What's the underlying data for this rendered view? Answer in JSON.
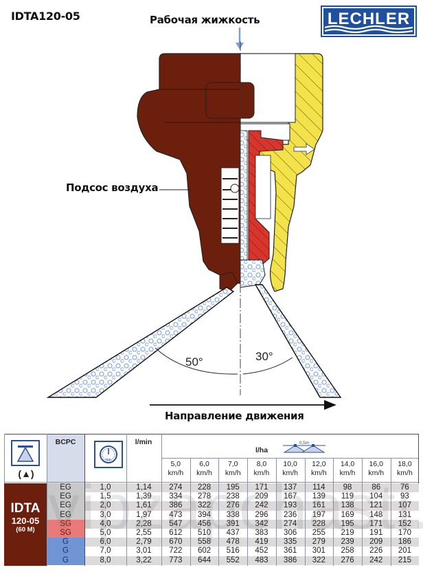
{
  "header": {
    "title": "IDTA120-05",
    "fluid_label": "Рабочая жижкость",
    "brand": "LECHLER"
  },
  "diagram": {
    "air_intake_label": "Подсос воздуха",
    "direction_label": "Направление движения",
    "angle_front": "50°",
    "angle_rear": "30°",
    "colors": {
      "body_brown": "#6b1f0c",
      "cap_yellow": "#f3e24a",
      "insert_red": "#d8352c",
      "spray_blue": "#8fb0dc",
      "arrow_blue": "#7a9fd0"
    }
  },
  "table": {
    "header": {
      "bcpc": "BCPC",
      "pressure_icon_text": "bar",
      "flow_unit": "l/min",
      "rate_unit": "l/ha",
      "spacing": "0,5m",
      "speeds": [
        "5,0",
        "6,0",
        "7,0",
        "8,0",
        "10,0",
        "12,0",
        "14,0",
        "16,0",
        "18,0"
      ],
      "speed_unit": "km/h"
    },
    "model": {
      "name": "IDTA",
      "size": "120-05",
      "material": "(60 M)"
    },
    "class_colors": {
      "EG": "#c8c8c8",
      "SG": "#e87a7a",
      "G": "#6f95d4"
    },
    "rows": [
      {
        "cls": "EG",
        "bar": "1,0",
        "lmin": "1,14",
        "lha": [
          "274",
          "228",
          "195",
          "171",
          "137",
          "114",
          "98",
          "86",
          "76"
        ]
      },
      {
        "cls": "EG",
        "bar": "1,5",
        "lmin": "1,39",
        "lha": [
          "334",
          "278",
          "238",
          "209",
          "167",
          "139",
          "119",
          "104",
          "93"
        ]
      },
      {
        "cls": "EG",
        "bar": "2,0",
        "lmin": "1,61",
        "lha": [
          "386",
          "322",
          "276",
          "242",
          "193",
          "161",
          "138",
          "121",
          "107"
        ]
      },
      {
        "cls": "EG",
        "bar": "3,0",
        "lmin": "1,97",
        "lha": [
          "473",
          "394",
          "338",
          "296",
          "236",
          "197",
          "169",
          "148",
          "131"
        ]
      },
      {
        "cls": "SG",
        "bar": "4,0",
        "lmin": "2,28",
        "lha": [
          "547",
          "456",
          "391",
          "342",
          "274",
          "228",
          "195",
          "171",
          "152"
        ]
      },
      {
        "cls": "SG",
        "bar": "5,0",
        "lmin": "2,55",
        "lha": [
          "612",
          "510",
          "437",
          "383",
          "306",
          "255",
          "219",
          "191",
          "170"
        ]
      },
      {
        "cls": "G",
        "bar": "6,0",
        "lmin": "2,79",
        "lha": [
          "670",
          "558",
          "478",
          "419",
          "335",
          "279",
          "239",
          "209",
          "186"
        ]
      },
      {
        "cls": "G",
        "bar": "7,0",
        "lmin": "3,01",
        "lha": [
          "722",
          "602",
          "516",
          "452",
          "361",
          "301",
          "258",
          "226",
          "201"
        ]
      },
      {
        "cls": "G",
        "bar": "8,0",
        "lmin": "3,22",
        "lha": [
          "773",
          "644",
          "552",
          "483",
          "386",
          "322",
          "276",
          "242",
          "215"
        ]
      }
    ]
  },
  "watermark": "vipzapchasti.prom.ua"
}
